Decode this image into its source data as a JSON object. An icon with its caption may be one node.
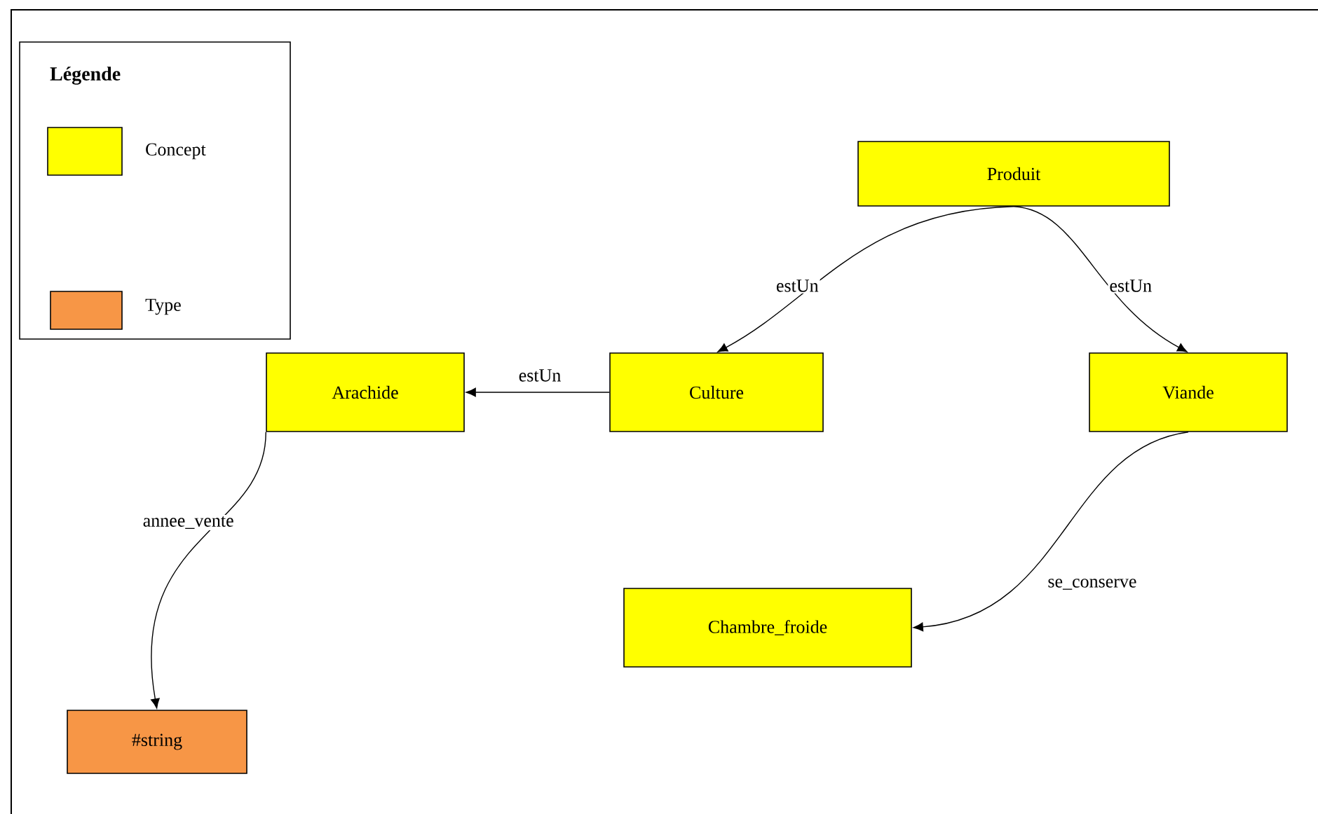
{
  "diagram": {
    "nodes": [
      {
        "text": [
          "Produit"
        ]
      },
      {
        "text": [
          "Culture"
        ]
      },
      {
        "text": [
          "Viande"
        ]
      },
      {
        "text": [
          "Arachide"
        ]
      },
      {
        "text": [
          "Chambre_froide"
        ]
      },
      {
        "text": [
          "#string"
        ]
      }
    ],
    "edges": [
      {
        "from": 0,
        "to": 1,
        "arrow": "to",
        "label": "estUn"
      },
      {
        "from": 0,
        "to": 2,
        "arrow": "to",
        "label": "estUn"
      },
      {
        "from": 1,
        "to": 3,
        "arrow": "to",
        "label": "estUn"
      },
      {
        "from": 2,
        "to": 4,
        "arrow": "to",
        "label": "se_conserve"
      },
      {
        "from": 3,
        "to": 5,
        "arrow": "to",
        "label": "annee_vente"
      }
    ],
    "labels": [
      "Légende"
    ],
    "legend": [
      {
        "text": "Concept",
        "color": "#ffff00"
      },
      {
        "text": "Type",
        "color": "#f79646"
      }
    ]
  }
}
